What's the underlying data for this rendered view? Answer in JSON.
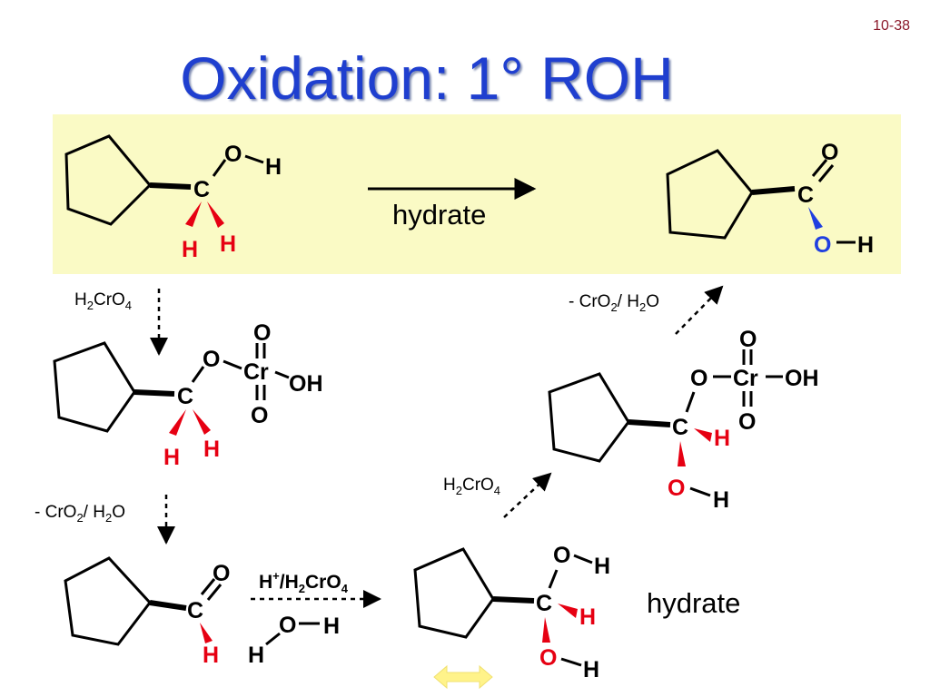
{
  "slide": {
    "number": "10-38",
    "title": "Oxidation: 1°  ROH"
  },
  "colors": {
    "title": "#1f3fcf",
    "highlight": "#fafac5",
    "hydrogen_wedge": "#e60012",
    "acid_oxygen": "#1f3fe0",
    "equilibrium_arrow": "#fff38a"
  },
  "labels": {
    "hydrate_top": "hydrate",
    "hydrate_bottom": "hydrate",
    "reagent_h2cro4": "H",
    "reagent_h2cro4_sub2": "2",
    "reagent_h2cro4_mid": "CrO",
    "reagent_h2cro4_sub4": "4",
    "loss_prefix": "- CrO",
    "loss_sub2": "2",
    "loss_mid": "/ H",
    "loss_sub2b": "2",
    "loss_end": "O",
    "acid_prefix": "H",
    "acid_sup": "+",
    "acid_mid": "/H",
    "acid_sub2": "2",
    "acid_cro": "CrO",
    "acid_sub4": "4"
  },
  "atoms": {
    "C": "C",
    "O": "O",
    "H": "H",
    "Cr": "Cr",
    "OH": "OH"
  }
}
